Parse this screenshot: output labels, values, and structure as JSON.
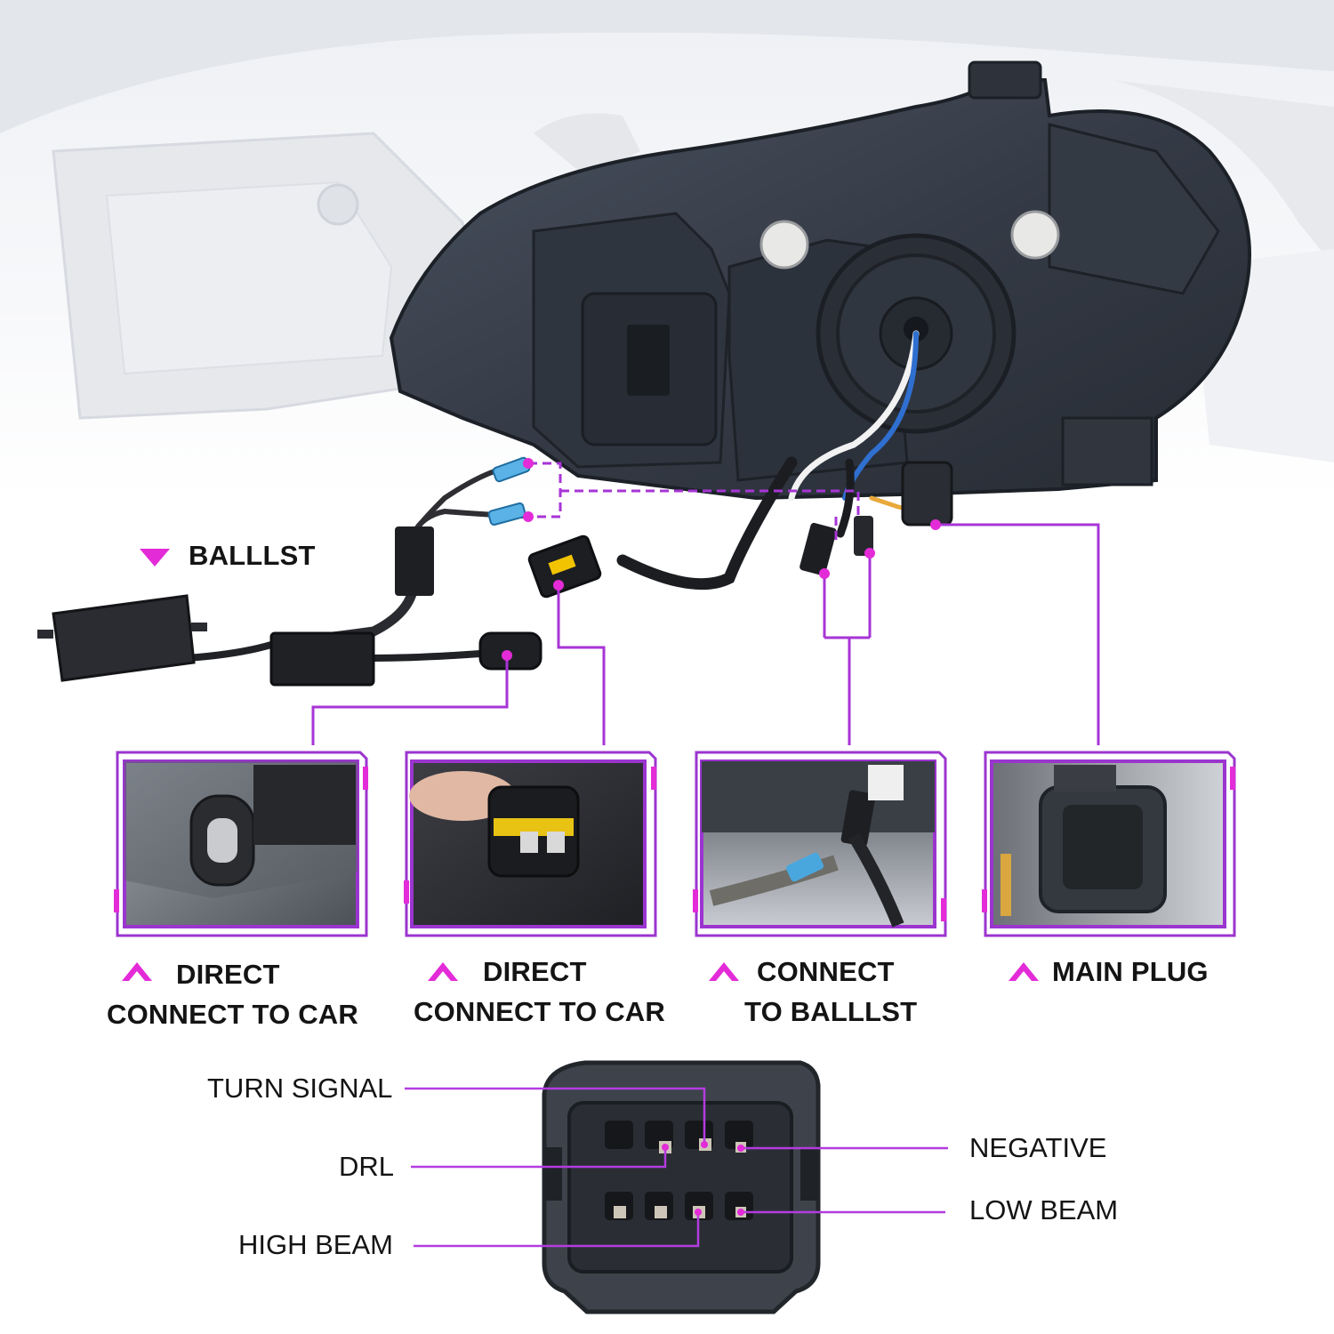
{
  "accent_color": "#e32bd8",
  "frame_color": "#9b35cf",
  "callouts": {
    "ballast": {
      "text": "BALLLST",
      "icon": "caret-down-icon"
    },
    "direct_connect_1": {
      "line1": "DIRECT",
      "line2": "CONNECT TO CAR",
      "icon": "caret-up-icon"
    },
    "direct_connect_2": {
      "line1": "DIRECT",
      "line2": "CONNECT TO CAR",
      "icon": "caret-up-icon"
    },
    "connect_ballast": {
      "line1": "CONNECT",
      "line2": "TO BALLLST",
      "icon": "caret-up-icon"
    },
    "main_plug": {
      "text": "MAIN PLUG",
      "icon": "caret-up-icon"
    }
  },
  "pinout": {
    "turn_signal": "TURN SIGNAL",
    "drl": "DRL",
    "high_beam": "HIGH BEAM",
    "negative": "NEGATIVE",
    "low_beam": "LOW BEAM"
  }
}
